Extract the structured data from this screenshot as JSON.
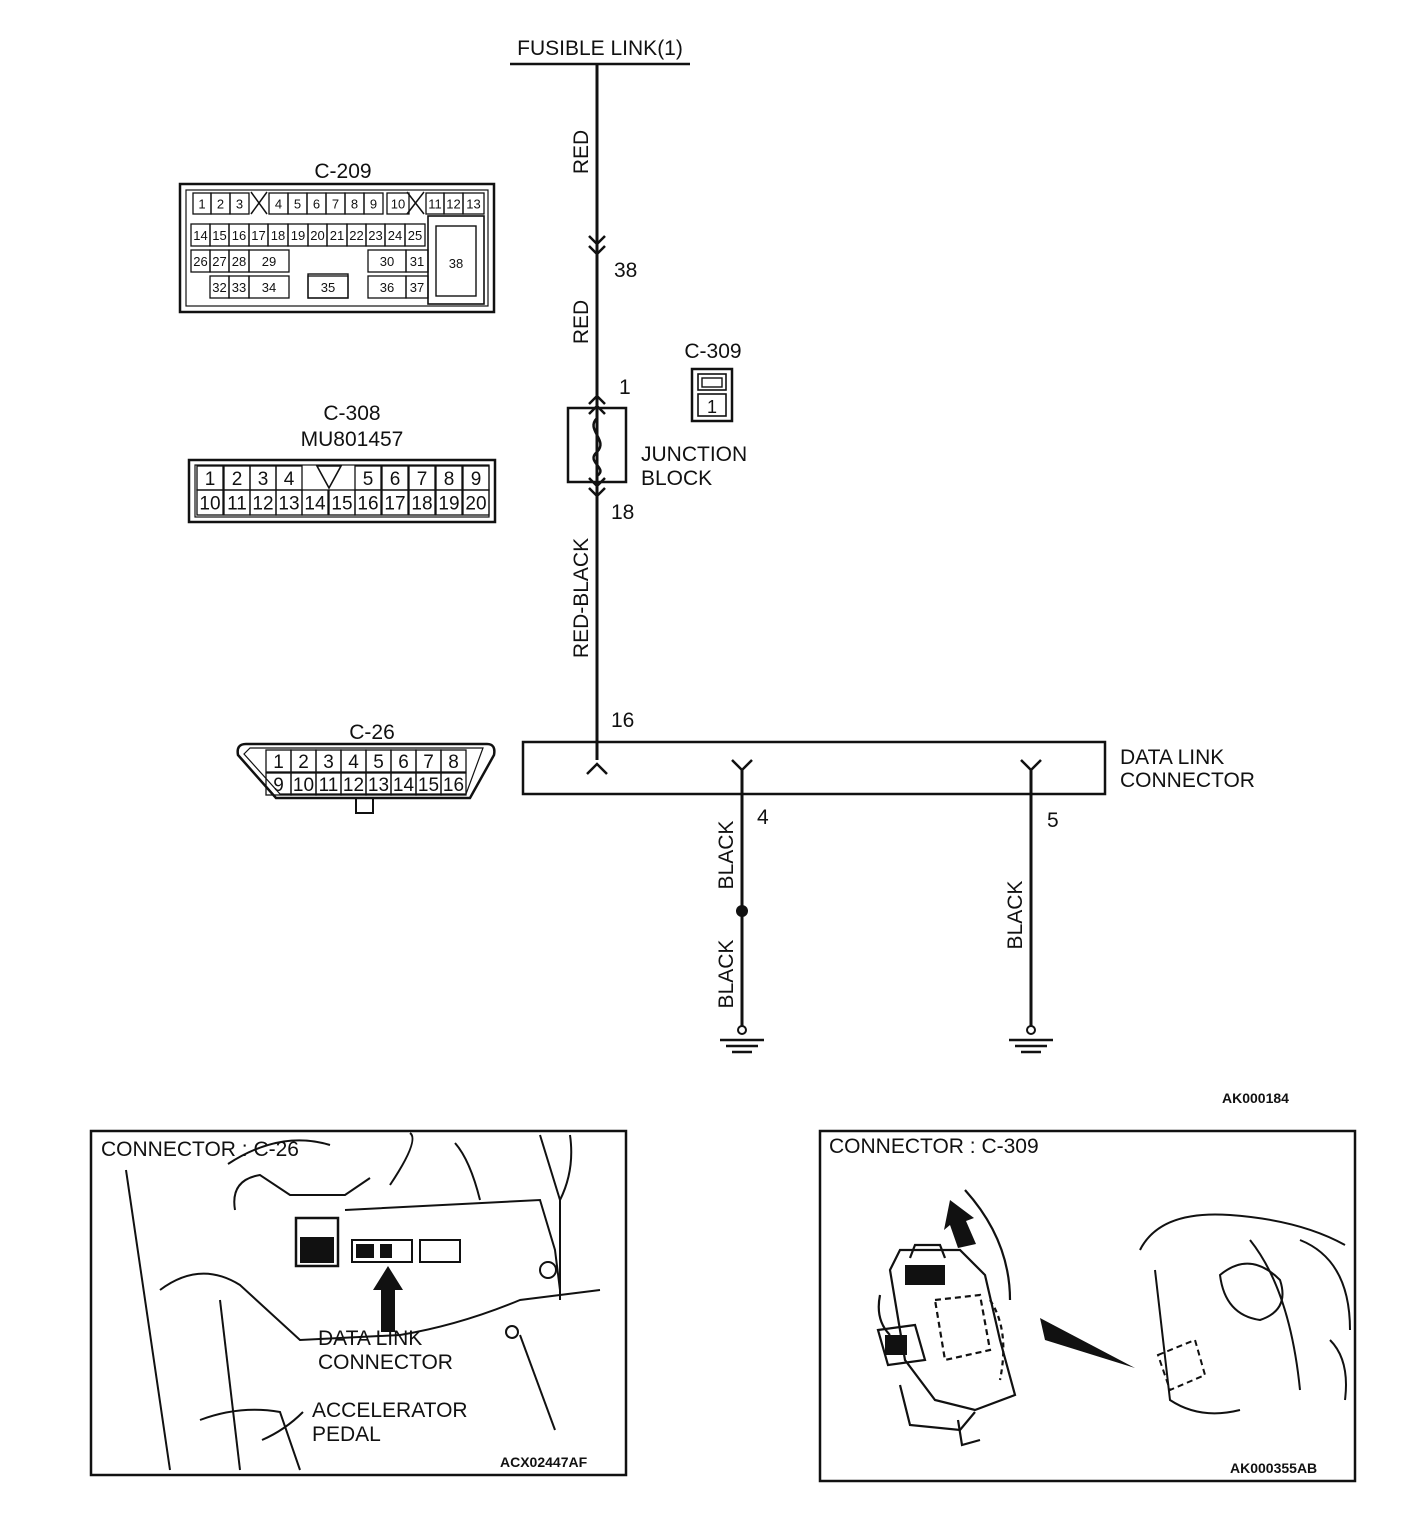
{
  "schematic": {
    "fusible_link": "FUSIBLE LINK(1)",
    "wires": {
      "red_top": "RED",
      "red_mid": "RED",
      "red_black": "RED-BLACK",
      "black_4_upper": "BLACK",
      "black_4_lower": "BLACK",
      "black_5": "BLACK"
    },
    "pins": {
      "p38": "38",
      "p1": "1",
      "p18": "18",
      "p16": "16",
      "p4": "4",
      "p5": "5"
    },
    "junction_block": [
      "JUNCTION",
      "BLOCK"
    ],
    "data_link_connector": [
      "DATA LINK",
      "CONNECTOR"
    ],
    "figure_code": "AK000184"
  },
  "connectors": {
    "c209": {
      "label": "C-209",
      "row1": [
        "1",
        "2",
        "3",
        "4",
        "5",
        "6",
        "7",
        "8",
        "9",
        "10",
        "11",
        "12",
        "13"
      ],
      "row2": [
        "14",
        "15",
        "16",
        "17",
        "18",
        "19",
        "20",
        "21",
        "22",
        "23",
        "24",
        "25"
      ],
      "row3": [
        "26",
        "27",
        "28",
        "29",
        "30",
        "31"
      ],
      "row4": [
        "32",
        "33",
        "34",
        "35",
        "36",
        "37"
      ],
      "big": "38"
    },
    "c308": {
      "label": "C-308",
      "part": "MU801457",
      "row1": [
        "1",
        "2",
        "3",
        "4",
        "5",
        "6",
        "7",
        "8",
        "9"
      ],
      "row2": [
        "10",
        "11",
        "12",
        "13",
        "14",
        "15",
        "16",
        "17",
        "18",
        "19",
        "20"
      ]
    },
    "c309": {
      "label": "C-309",
      "pin": "1"
    },
    "c26": {
      "label": "C-26",
      "row1": [
        "1",
        "2",
        "3",
        "4",
        "5",
        "6",
        "7",
        "8"
      ],
      "row2": [
        "9",
        "10",
        "11",
        "12",
        "13",
        "14",
        "15",
        "16"
      ]
    }
  },
  "panels": {
    "left": {
      "title": "CONNECTOR : C-26",
      "callout_1": [
        "DATA LINK",
        "CONNECTOR"
      ],
      "callout_2": [
        "ACCELERATOR",
        "PEDAL"
      ],
      "code": "ACX02447AF"
    },
    "right": {
      "title": "CONNECTOR : C-309",
      "code": "AK000355AB"
    }
  }
}
